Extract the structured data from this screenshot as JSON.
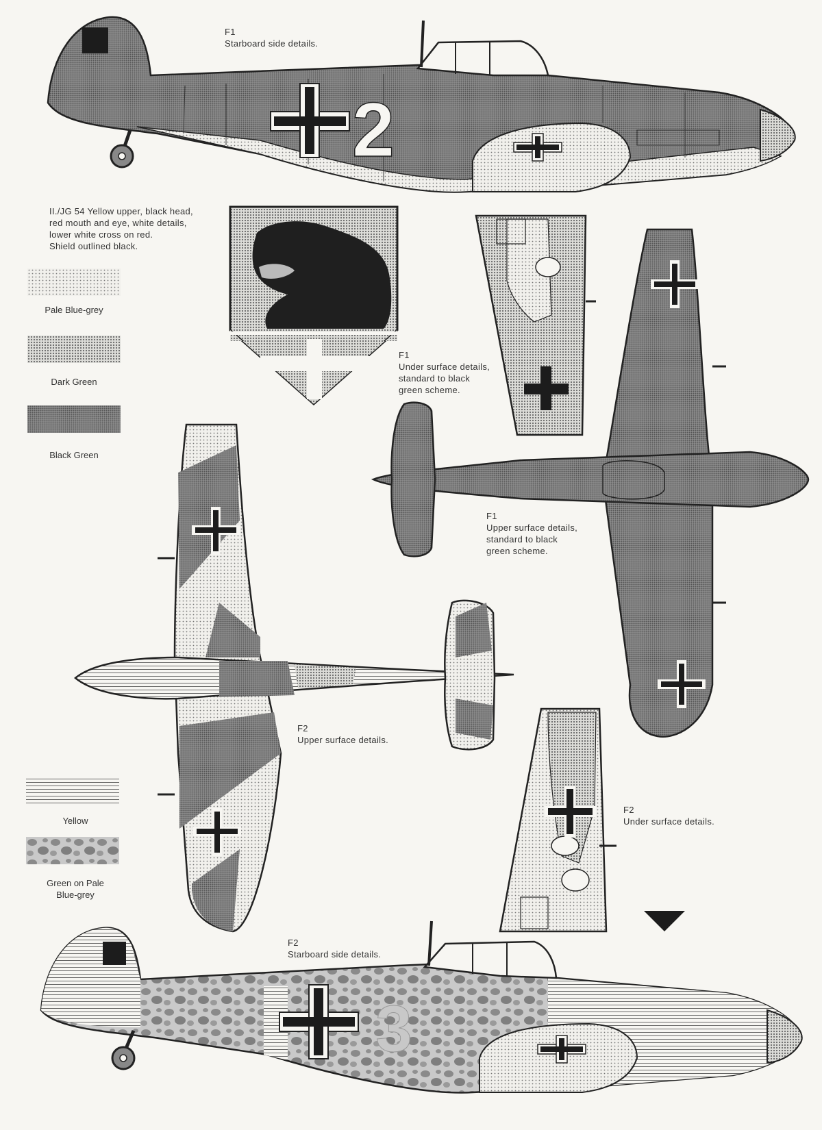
{
  "labels": {
    "f1_side": "F1\nStarboard side details.",
    "unit_note": "II./JG 54 Yellow upper, black head,\nred mouth and eye, white details,\nlower white cross on red.\nShield outlined black.",
    "f1_under": "F1\nUnder surface details,\nstandard to black\ngreen scheme.",
    "f1_upper": "F1\nUpper surface details,\nstandard to black\ngreen scheme.",
    "f2_upper": "F2\nUpper surface details.",
    "f2_under": "F2\nUnder surface details.",
    "f2_side": "F2\nStarboard side details."
  },
  "markings": {
    "f1_code": "2",
    "f2_code": "3"
  },
  "legend": [
    {
      "name": "Pale Blue-grey",
      "pattern": "fine-dots"
    },
    {
      "name": "Dark Green",
      "pattern": "medium-dots"
    },
    {
      "name": "Black Green",
      "pattern": "dense-dots"
    },
    {
      "name": "Yellow",
      "pattern": "horizontal-lines"
    },
    {
      "name": "Green on Pale\nBlue-grey",
      "pattern": "mottle"
    }
  ]
}
